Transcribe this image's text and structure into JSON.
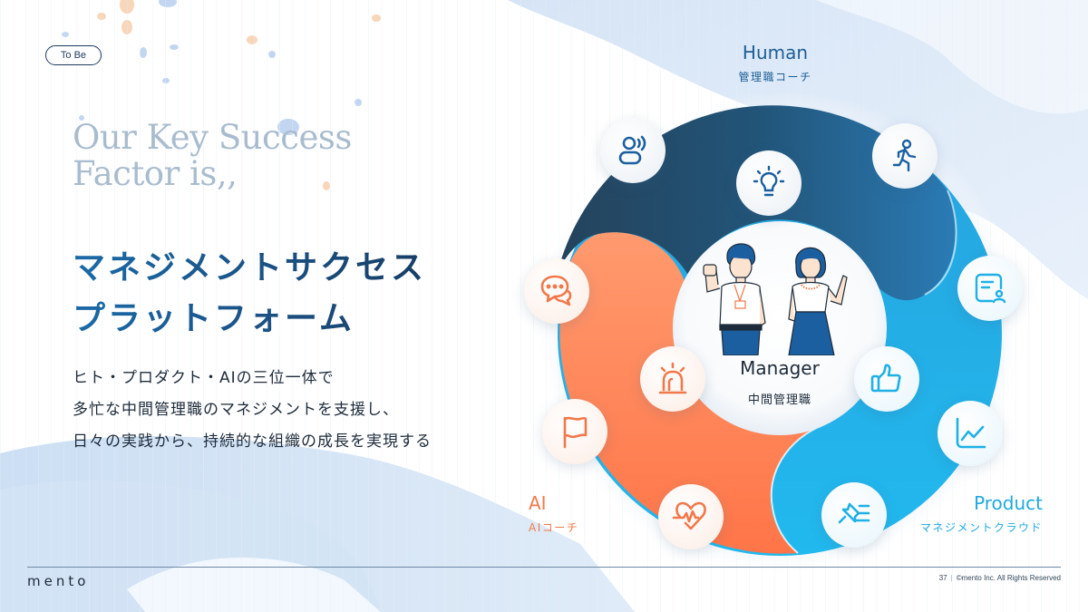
{
  "tag": "To Be",
  "eyebrow": {
    "line1": "Our Key Success",
    "line2": "Factor is,,"
  },
  "headline": {
    "line1": "マネジメントサクセス",
    "line2": "プラットフォーム"
  },
  "body": {
    "line1": "ヒト・プロダクト・AIの三位一体で",
    "line2": "多忙な中間管理職のマネジメントを支援し、",
    "line3": "日々の実践から、持続的な組織の成長を実現する"
  },
  "diagram": {
    "center": {
      "title": "Manager",
      "subtitle": "中間管理職"
    },
    "segments": [
      {
        "key": "human",
        "title": "Human",
        "subtitle": "管理職コーチ",
        "color": "#1f5a8a"
      },
      {
        "key": "product",
        "title": "Product",
        "subtitle": "マネジメントクラウド",
        "color": "#22b0e8"
      },
      {
        "key": "ai",
        "title": "AI",
        "subtitle": "AIコーチ",
        "color": "#ff7f50"
      }
    ],
    "icons": [
      {
        "name": "person-voice-icon",
        "segment": "human"
      },
      {
        "name": "running-person-icon",
        "segment": "human"
      },
      {
        "name": "lightbulb-icon",
        "segment": "human"
      },
      {
        "name": "document-person-icon",
        "segment": "product"
      },
      {
        "name": "thumbs-up-icon",
        "segment": "product"
      },
      {
        "name": "line-chart-icon",
        "segment": "product"
      },
      {
        "name": "pin-list-icon",
        "segment": "product"
      },
      {
        "name": "chat-bubbles-icon",
        "segment": "ai"
      },
      {
        "name": "alert-siren-icon",
        "segment": "ai"
      },
      {
        "name": "flag-icon",
        "segment": "ai"
      },
      {
        "name": "heart-pulse-icon",
        "segment": "ai"
      }
    ]
  },
  "footer": {
    "logo": "mento",
    "page": "37",
    "copyright": "©mento Inc. All Rights Reserved"
  },
  "colors": {
    "human_dark": "#264a66",
    "human": "#1f5a8a",
    "product": "#22b0e8",
    "ai": "#ff7f50",
    "headline": "#1b5a92"
  }
}
